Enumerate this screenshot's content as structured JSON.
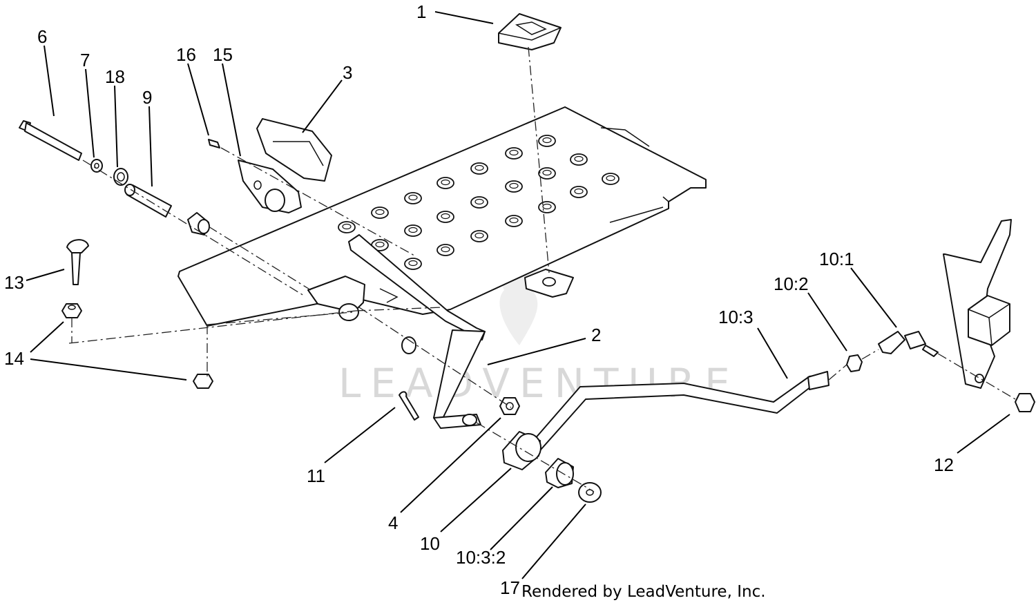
{
  "diagram": {
    "watermark": "LEADVENTURE",
    "credit": "Rendered by LeadVenture, Inc.",
    "callouts": {
      "c1": "1",
      "c2": "2",
      "c3": "3",
      "c4": "4",
      "c6": "6",
      "c7": "7",
      "c9": "9",
      "c10": "10",
      "c10_1": "10:1",
      "c10_2": "10:2",
      "c10_3": "10:3",
      "c10_3_2": "10:3:2",
      "c11": "11",
      "c12": "12",
      "c13": "13",
      "c14": "14",
      "c15": "15",
      "c16": "16",
      "c17": "17",
      "c18": "18"
    }
  }
}
